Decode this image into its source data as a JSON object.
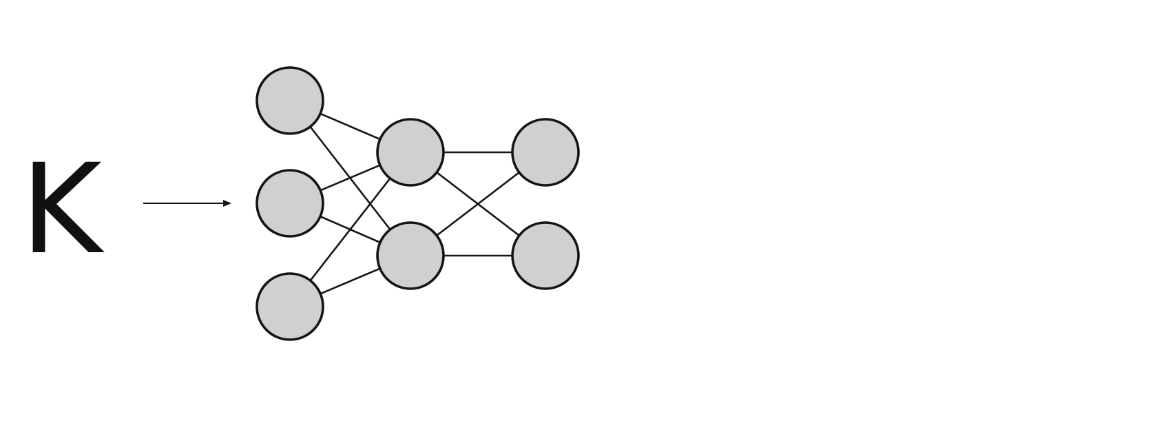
{
  "diagram": {
    "input_glyph": "K",
    "colors": {
      "node_fill": "#d0d0d0",
      "node_stroke": "#151515",
      "edge": "#151515",
      "background": "#ffffff"
    },
    "layers": [
      {
        "name": "input",
        "nodes": [
          "i1",
          "i2",
          "i3"
        ]
      },
      {
        "name": "hidden",
        "nodes": [
          "h1",
          "h2"
        ]
      },
      {
        "name": "output",
        "nodes": [
          "o1",
          "o2"
        ]
      }
    ],
    "edges": [
      [
        "i1",
        "h1"
      ],
      [
        "i1",
        "h2"
      ],
      [
        "i2",
        "h1"
      ],
      [
        "i2",
        "h2"
      ],
      [
        "i3",
        "h1"
      ],
      [
        "i3",
        "h2"
      ],
      [
        "h1",
        "o1"
      ],
      [
        "h1",
        "o2"
      ],
      [
        "h2",
        "o1"
      ],
      [
        "h2",
        "o2"
      ]
    ]
  }
}
